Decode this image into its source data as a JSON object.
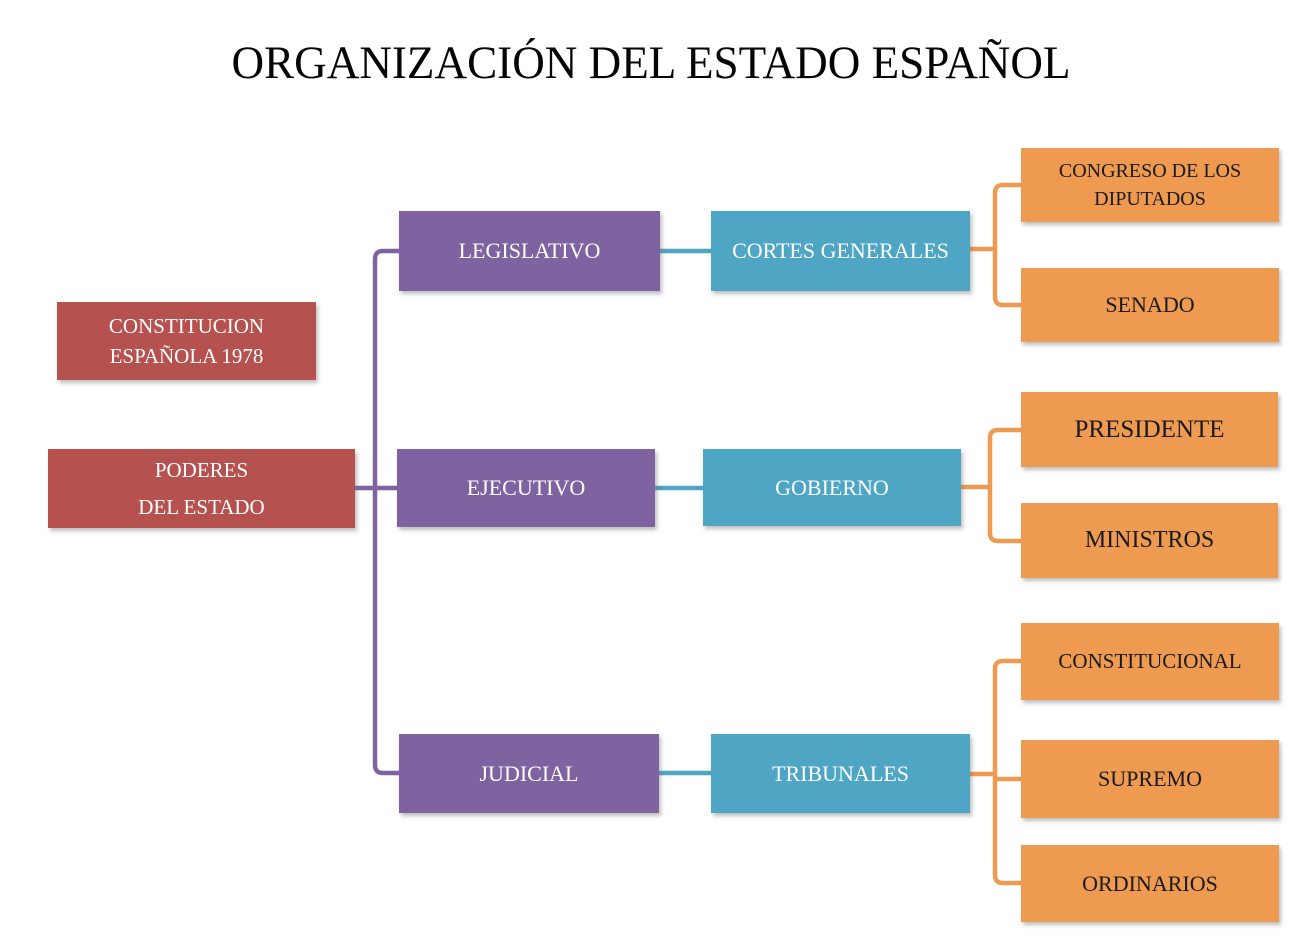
{
  "title": "ORGANIZACIÓN DEL ESTADO ESPAÑOL",
  "colors": {
    "red_box": "#b5514e",
    "purple_box_and_line": "#7f63a1",
    "teal_box_and_line": "#4ea6c4",
    "orange_box_and_line": "#ee9a51",
    "title_text": "#050505",
    "light_text": "#ffffff",
    "dark_text": "#1a1a1a"
  },
  "nodes": {
    "constitucion": {
      "lines": [
        "CONSTITUCION",
        "ESPAÑOLA 1978"
      ]
    },
    "poderes": {
      "lines": [
        "PODERES",
        "DEL ESTADO"
      ]
    },
    "legislativo": {
      "label": "LEGISLATIVO"
    },
    "ejecutivo": {
      "label": "EJECUTIVO"
    },
    "judicial": {
      "label": "JUDICIAL"
    },
    "cortes_generales": {
      "label": "CORTES GENERALES"
    },
    "gobierno": {
      "label": "GOBIERNO"
    },
    "tribunales": {
      "label": "TRIBUNALES"
    },
    "congreso": {
      "lines": [
        "CONGRESO DE LOS",
        "DIPUTADOS"
      ]
    },
    "senado": {
      "label": "SENADO"
    },
    "presidente": {
      "label": "PRESIDENTE"
    },
    "ministros": {
      "label": "MINISTROS"
    },
    "constitucional": {
      "label": "CONSTITUCIONAL"
    },
    "supremo": {
      "label": "SUPREMO"
    },
    "ordinarios": {
      "label": "ORDINARIOS"
    }
  },
  "edges": [
    {
      "from": "PODERES DEL ESTADO",
      "to": "LEGISLATIVO"
    },
    {
      "from": "PODERES DEL ESTADO",
      "to": "EJECUTIVO"
    },
    {
      "from": "PODERES DEL ESTADO",
      "to": "JUDICIAL"
    },
    {
      "from": "LEGISLATIVO",
      "to": "CORTES GENERALES"
    },
    {
      "from": "EJECUTIVO",
      "to": "GOBIERNO"
    },
    {
      "from": "JUDICIAL",
      "to": "TRIBUNALES"
    },
    {
      "from": "CORTES GENERALES",
      "to": "CONGRESO DE LOS DIPUTADOS"
    },
    {
      "from": "CORTES GENERALES",
      "to": "SENADO"
    },
    {
      "from": "GOBIERNO",
      "to": "PRESIDENTE"
    },
    {
      "from": "GOBIERNO",
      "to": "MINISTROS"
    },
    {
      "from": "TRIBUNALES",
      "to": "CONSTITUCIONAL"
    },
    {
      "from": "TRIBUNALES",
      "to": "SUPREMO"
    },
    {
      "from": "TRIBUNALES",
      "to": "ORDINARIOS"
    }
  ]
}
